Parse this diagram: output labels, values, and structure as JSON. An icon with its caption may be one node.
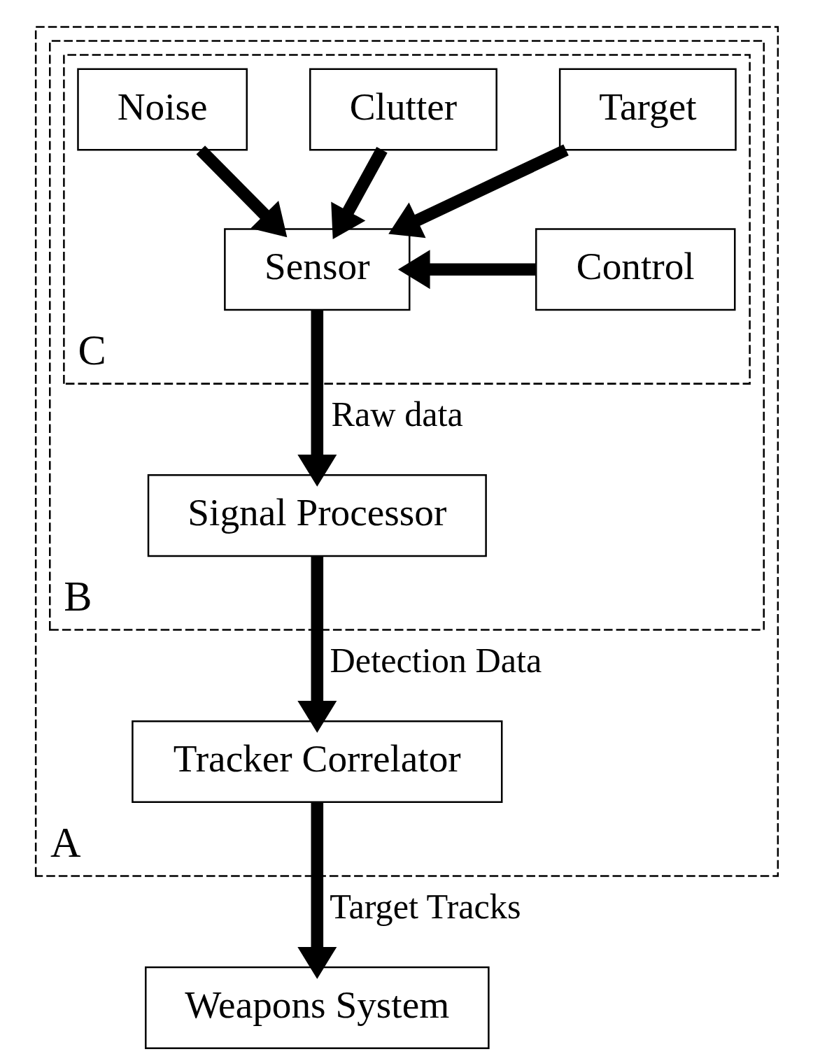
{
  "diagram": {
    "nodes": [
      {
        "text": [
          "A"
        ]
      },
      {
        "text": [
          "B"
        ],
        "in": 0
      },
      {
        "text": [
          "C"
        ],
        "in": 1
      },
      {
        "text": [
          "Target"
        ],
        "in": 2
      },
      {
        "text": [
          "Clutter"
        ],
        "in": 2
      },
      {
        "text": [
          "Noise"
        ],
        "in": 2
      },
      {
        "text": [
          "Sensor"
        ],
        "in": 2
      },
      {
        "text": [
          "Control"
        ],
        "in": 2
      },
      {
        "text": [
          "Signal Processor"
        ],
        "in": 1
      },
      {
        "text": [
          "Tracker Correlator"
        ],
        "in": 0
      },
      {
        "text": [
          "Weapons System"
        ]
      }
    ],
    "edges": [
      {
        "from": 3,
        "to": 6,
        "arrow": "to"
      },
      {
        "from": 4,
        "to": 6,
        "arrow": "to"
      },
      {
        "from": 5,
        "to": 6,
        "arrow": "to"
      },
      {
        "from": 7,
        "to": 6,
        "arrow": "to"
      },
      {
        "from": 6,
        "to": 8,
        "label": "Raw data",
        "arrow": "to"
      },
      {
        "from": 8,
        "to": 9,
        "label": "Detection Data",
        "arrow": "to"
      },
      {
        "from": 9,
        "to": 10,
        "label": "Target Tracks",
        "arrow": "to"
      }
    ]
  }
}
